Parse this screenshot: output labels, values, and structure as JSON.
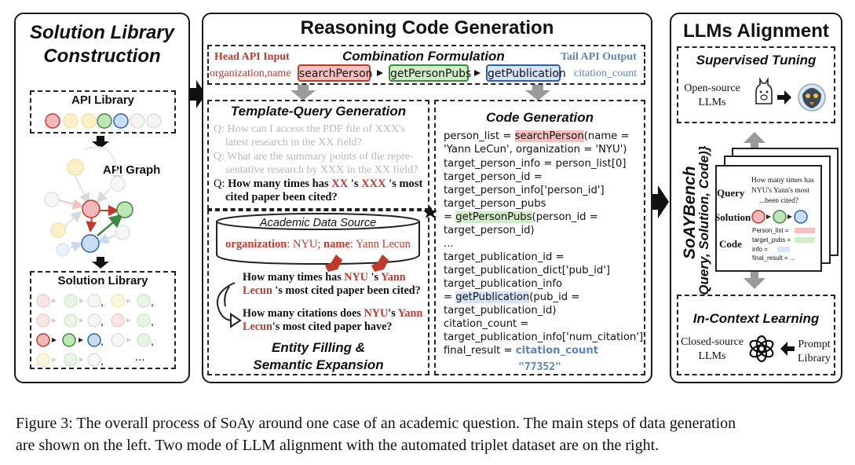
{
  "left": {
    "title_line1": "Solution Library",
    "title_line2": "Construction",
    "api_library": "API Library",
    "api_graph": "API Graph",
    "solution_library": "Solution Library",
    "ellipsis": "..."
  },
  "middle": {
    "title": "Reasoning Code Generation",
    "combination": {
      "head_label": "Head API Input",
      "title": "Combination Formulation",
      "tail_label": "Tail API Output",
      "head_value": "organization,name",
      "api1": "searchPerson",
      "api2": "getPersonPubs",
      "api3": "getPublication",
      "tail_value": "citation_count"
    },
    "template_query": {
      "title": "Template-Query Generation",
      "q1_line1": "Q: How can I access the PDF file of XXX's",
      "q1_line2": "latest research in the XX field?",
      "q2_line1": "Q: What are the summary points of the repre-",
      "q2_line2": "sentative research by XXX in the XX field?",
      "q3_prefix": "Q: ",
      "q3_a": "How many times has ",
      "q3_xx": "XX",
      "q3_b": " 's ",
      "q3_xxx": "XXX",
      "q3_c": " 's most",
      "q3_line2": "cited paper been cited?"
    },
    "data_source": {
      "title": "Academic Data Source",
      "org_label": "organization",
      "org_value": ": NYU; ",
      "name_label": "name",
      "name_value": ": Yann Lecun"
    },
    "filled": {
      "a1": "How many times has ",
      "a_nyu": "NYU",
      "a2": " 's ",
      "a_yann": "Yann",
      "a_lecun": "Lecun",
      "a3": " 's most cited paper been cited?",
      "b1": "How many citations does ",
      "b_nyu": "NYU",
      "b2": "'s ",
      "b_yann": "Yann",
      "b_lecun": "Lecun",
      "b3": "'s most cited paper have?"
    },
    "entity_title_line1": "Entity Filling &",
    "entity_title_line2": "Semantic Expansion",
    "code": {
      "title": "Code Generation",
      "l1a": "person_list = ",
      "l1b": "searchPerson",
      "l1c": "(name =",
      "l2": "'Yann LeCun', organization = 'NYU')",
      "l3": "target_person_info = person_list[0]",
      "l4": "target_person_id =",
      "l5": "target_person_info['person_id']",
      "l6": "target_person_pubs",
      "l7a": "= ",
      "l7b": "getPersonPubs",
      "l7c": "(person_id =",
      "l8": "target_person_id)",
      "l9": "...",
      "l10": "target_publication_id =",
      "l11": "target_publication_dict['pub_id']",
      "l12": "target_publication_info",
      "l13a": "= ",
      "l13b": "getPublication",
      "l13c": "(pub_id =",
      "l14": "target_publication_id)",
      "l15": "citation_count =",
      "l16": "target_publication_info['num_citation']",
      "l17a": "final_result = ",
      "l17b": "citation_count",
      "result": "\"77352\""
    }
  },
  "right": {
    "title": "LLMs Alignment",
    "supervised": "Supervised Tuning",
    "open_source_line1": "Open-source",
    "open_source_line2": "LLMs",
    "bench_name": "SoAYBench",
    "bench_triplet": "{(Query, Solution, Code)}",
    "card_query": "Query",
    "card_solution": "Solution",
    "card_code": "Code",
    "card_q_line1": "How many times has",
    "card_q_line2": "NYU's Yann's most",
    "card_q_line3": "...been cited?",
    "card_code1": "Person_list =",
    "card_code2": "target_pubs =",
    "card_code3": "info =",
    "card_code4": "final_result = ...",
    "icl": "In-Context Learning",
    "closed_source_line1": "Closed-source",
    "closed_source_line2": "LLMs",
    "prompt_line1": "Prompt",
    "prompt_line2": "Library"
  },
  "caption": {
    "line1": "Figure 3: The overall process of SoAy around one case of an academic question. The main steps of data generation",
    "line2": "are shown on the left. Two mode of LLM alignment with the automated triplet dataset are on the right."
  },
  "colors": {
    "red_node": "#f4b8b8",
    "green_node": "#bfe6b6",
    "blue_node": "#c7dcf5",
    "yellow_node": "#fbf1c8",
    "accent_red": "#c0392b",
    "accent_blue": "#5b84c4"
  }
}
